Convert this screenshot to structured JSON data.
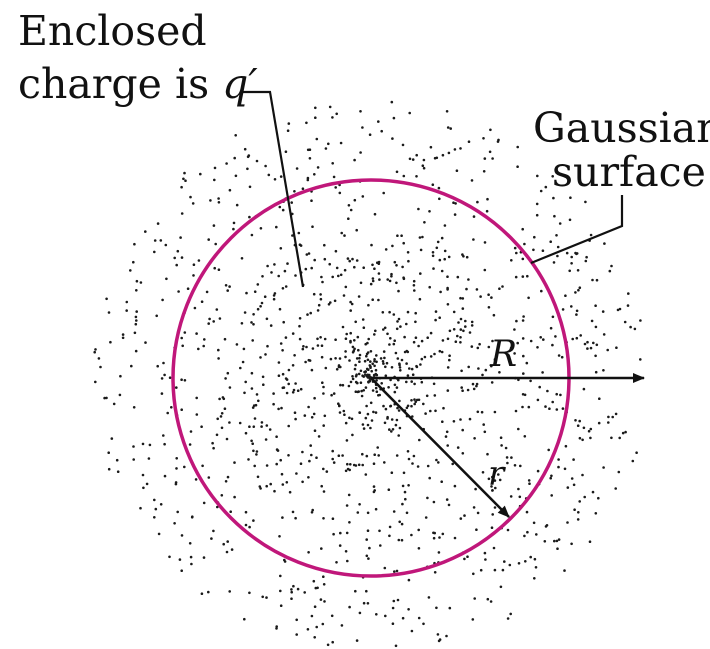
{
  "labels": {
    "enclosed_line1": "Enclosed",
    "enclosed_line2_prefix": "charge is",
    "enclosed_symbol": "q′",
    "gaussian_line1": "Gaussian",
    "gaussian_line2": "surface",
    "radius_R": "R",
    "radius_r": "r"
  },
  "colors": {
    "surface": "#c0177a",
    "ink": "#111111",
    "dots": "#1a1a1a"
  }
}
